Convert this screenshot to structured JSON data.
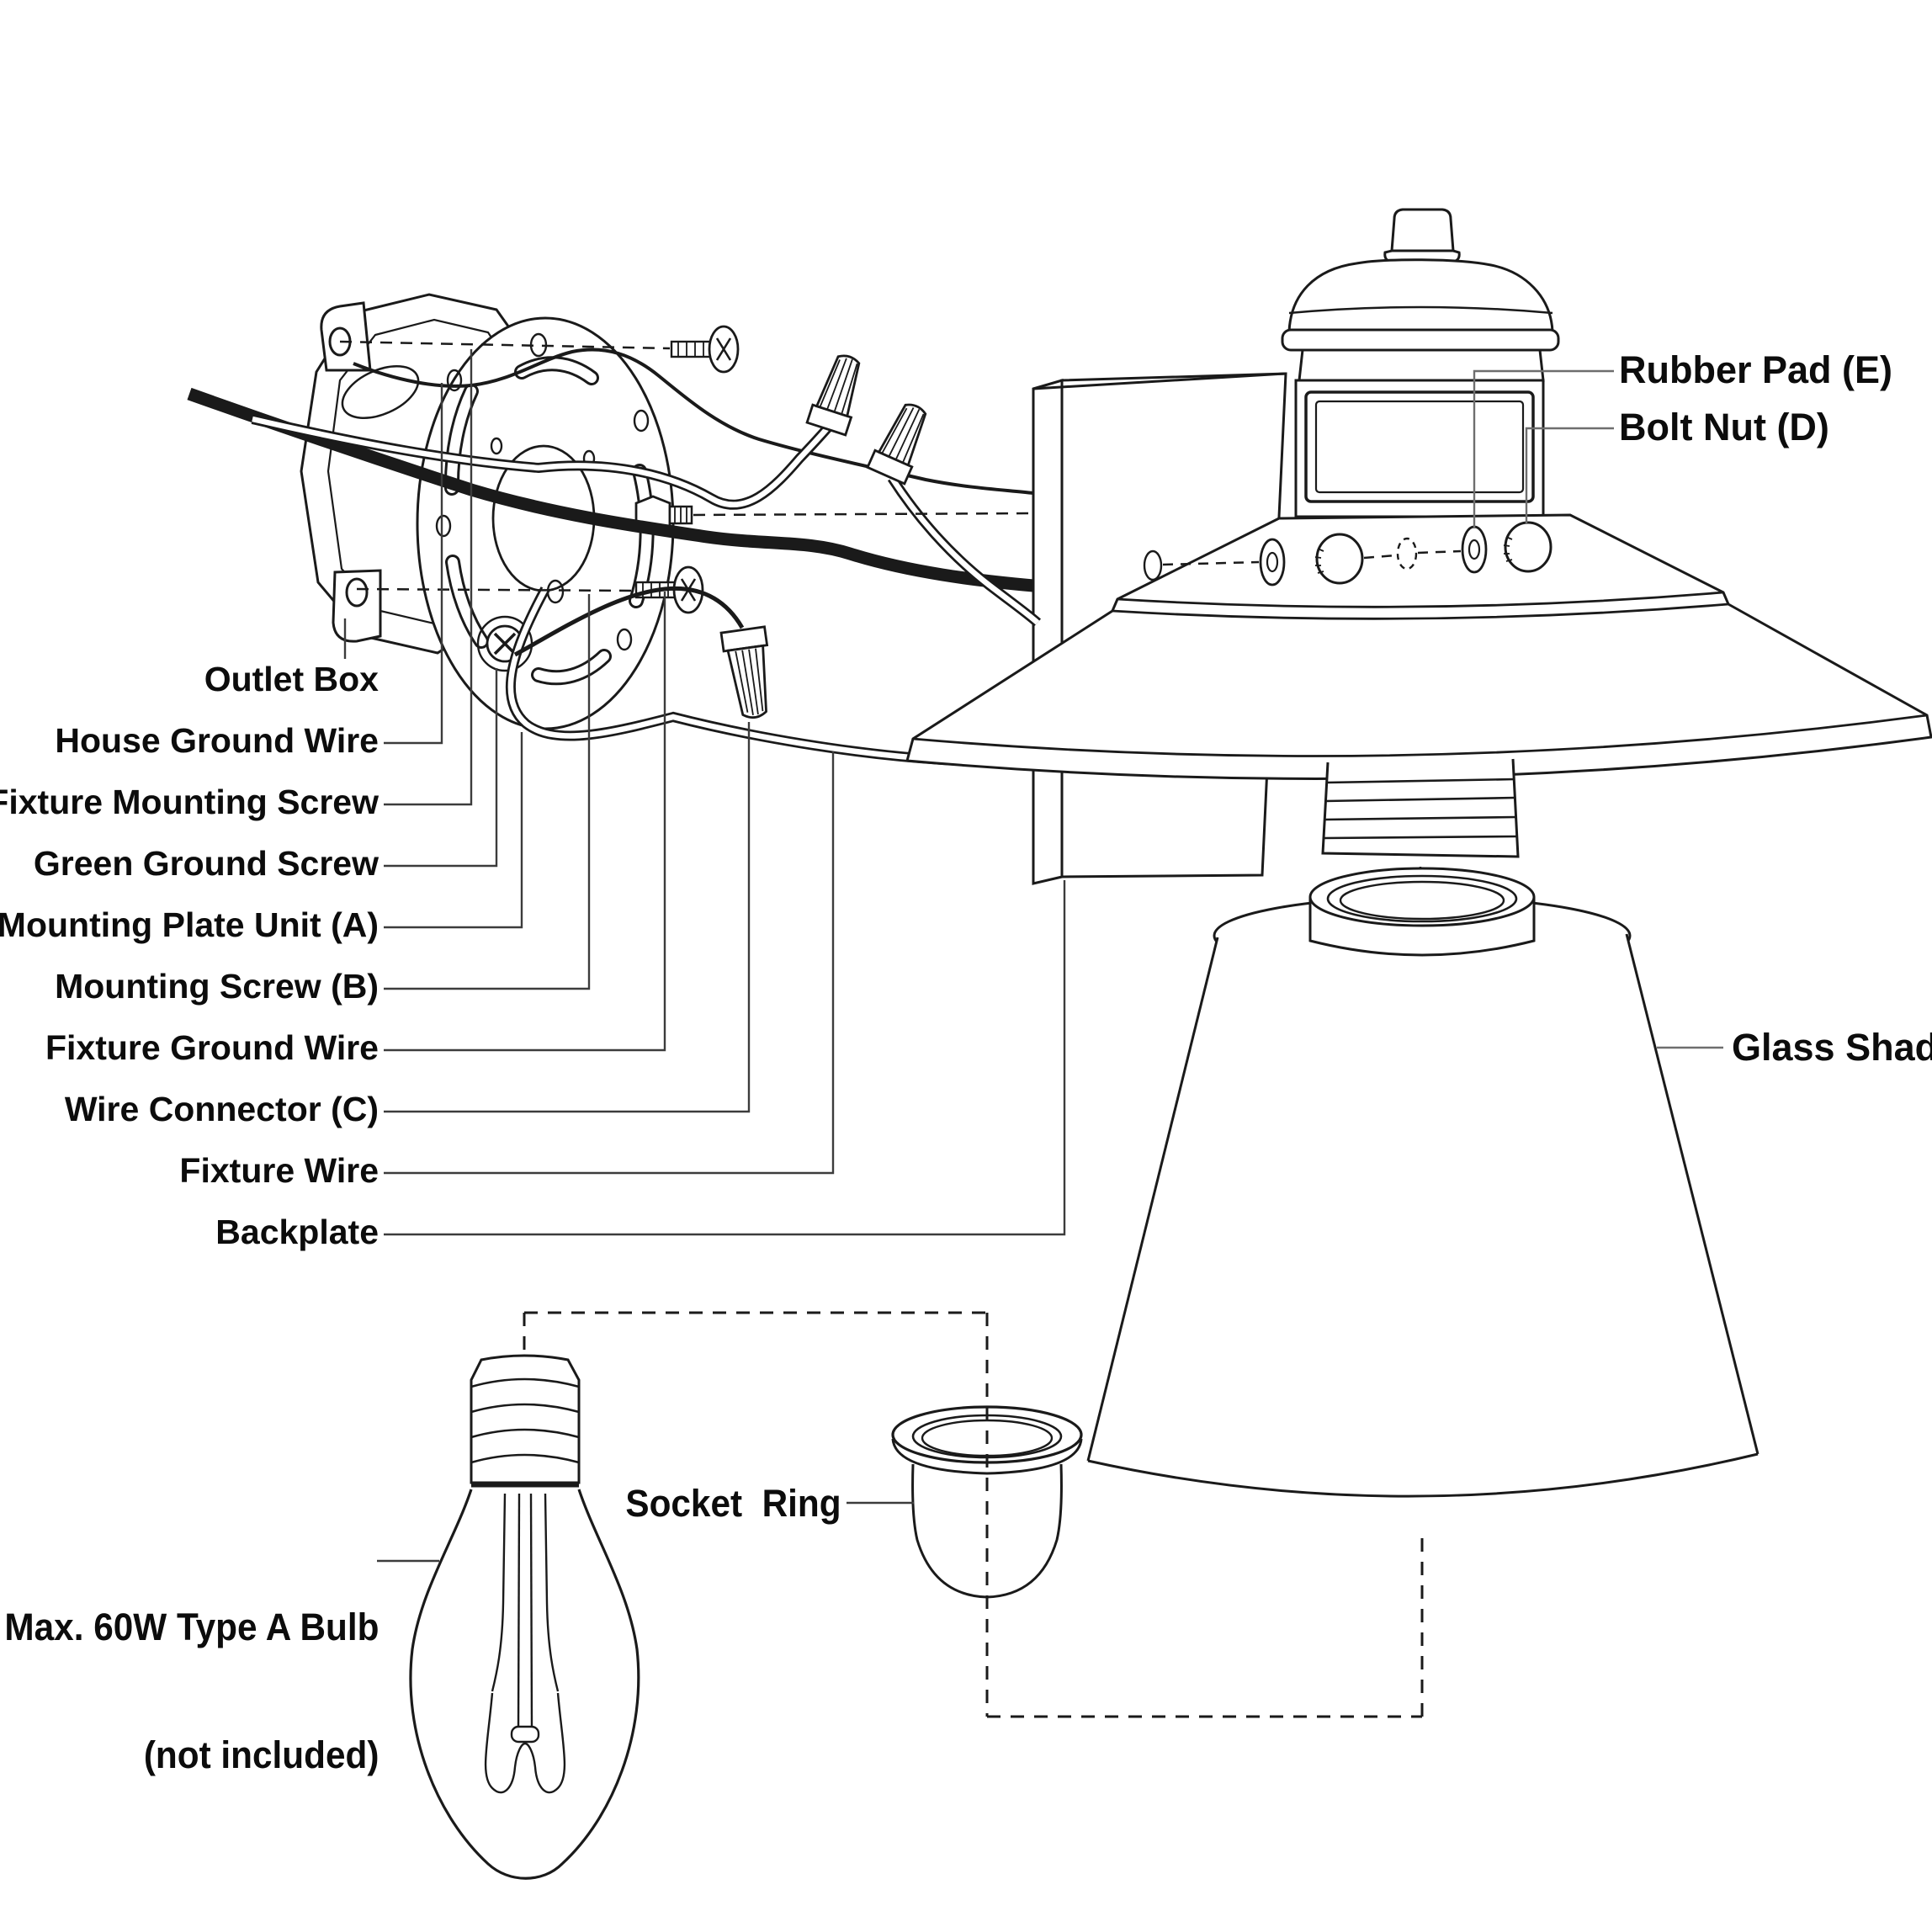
{
  "diagram": {
    "title_implicit": "Wall light fixture exploded installation diagram",
    "background_color": "#ffffff",
    "line_color": "#1a1a1a",
    "labels": {
      "outlet_box": "Outlet Box",
      "house_ground_wire": "House Ground Wire",
      "fixture_mounting_screw": "Fixture Mounting Screw",
      "green_ground_screw": "Green Ground Screw",
      "mounting_plate_unit": "Mounting Plate Unit (A)",
      "mounting_screw": "Mounting Screw (B)",
      "fixture_ground_wire": "Fixture Ground Wire",
      "wire_connector": "Wire Connector (C)",
      "fixture_wire": "Fixture Wire",
      "backplate": "Backplate",
      "rubber_pad": "Rubber Pad (E)",
      "bolt_nut": "Bolt Nut (D)",
      "glass_shade": "Glass Shade",
      "socket_ring": "Socket  Ring",
      "bulb_line1": "Max. 60W Type A Bulb",
      "bulb_line2": "(not included)"
    }
  }
}
